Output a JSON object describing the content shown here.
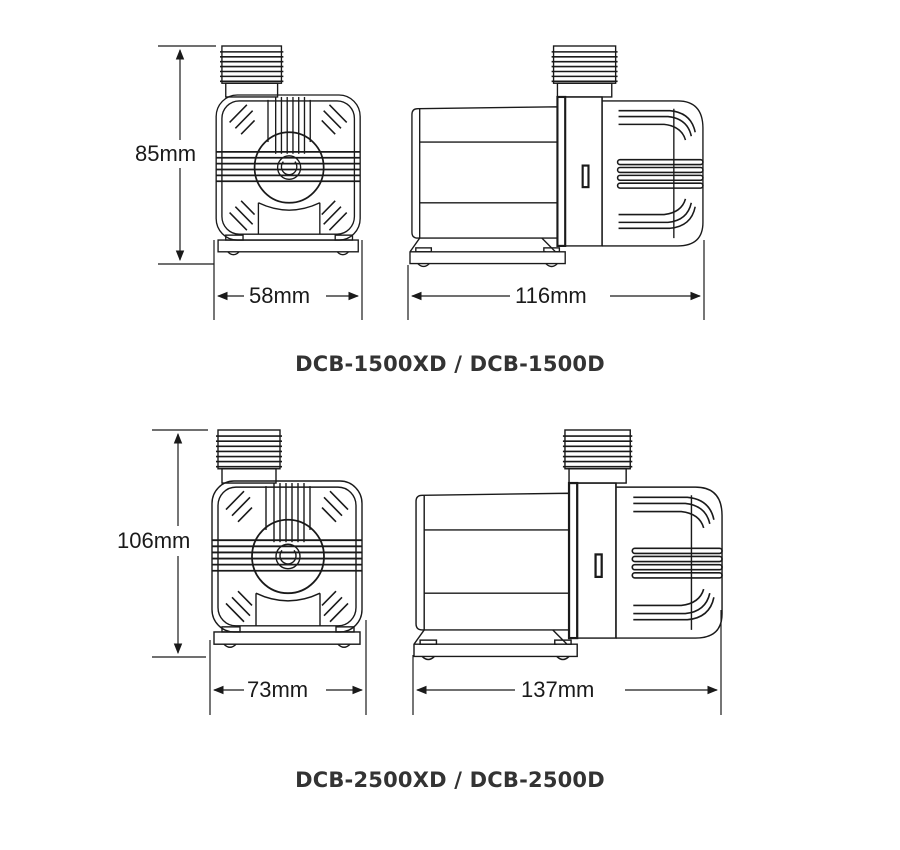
{
  "figures": [
    {
      "model": "DCB-1500XD / DCB-1500D",
      "height_label": "85mm",
      "width_label": "58mm",
      "length_label": "116mm"
    },
    {
      "model": "DCB-2500XD / DCB-2500D",
      "height_label": "106mm",
      "width_label": "73mm",
      "length_label": "137mm"
    }
  ],
  "colors": {
    "line": "#1a1a1a",
    "title": "#333333",
    "background": "#ffffff"
  }
}
